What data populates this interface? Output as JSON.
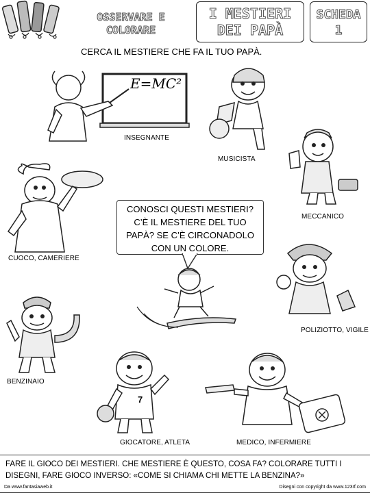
{
  "header": {
    "left_box": "OSSERVARE E\nCOLORARE",
    "left_line1": "OSSERVARE E",
    "left_line2": "COLORARE",
    "title_line1": "I MESTIERI",
    "title_line2": "DEI PAPÀ",
    "sheet_line1": "SCHEDA",
    "sheet_line2": "1"
  },
  "instruction": "CERCA IL MESTIERE CHE FA IL TUO PAPÀ.",
  "blackboard_formula": "E=MC²",
  "jobs": {
    "teacher": "INSEGNANTE",
    "musician": "MUSICISTA",
    "mechanic": "MECCANICO",
    "cook": "CUOCO, CAMERIERE",
    "police": "POLIZIOTTO, VIGILE",
    "gas_attendant": "BENZINAIO",
    "player": "GIOCATORE, ATLETA",
    "doctor": "MEDICO, INFERMIERE"
  },
  "player_number": "7",
  "bubble": {
    "line1": "CONOSCI QUESTI MESTIERI?",
    "line2": "C’È IL MESTIERE DEL TUO",
    "line3": "PAPÀ? SE C’È CIRCONADOLO",
    "line4": "CON UN COLORE."
  },
  "footer": {
    "line1": "FARE IL GIOCO DEI MESTIERI. CHE MESTIERE È QUESTO, COSA FA?  COLORARE TUTTI I",
    "line2": "DISEGNI, FARE GIOCO INVERSO: «COME SI CHIAMA CHI METTE LA BENZINA?»",
    "credit_left": "Da www.fantasiaweb.it",
    "credit_right": "Disegni con copyright da  www.123rf.com"
  }
}
